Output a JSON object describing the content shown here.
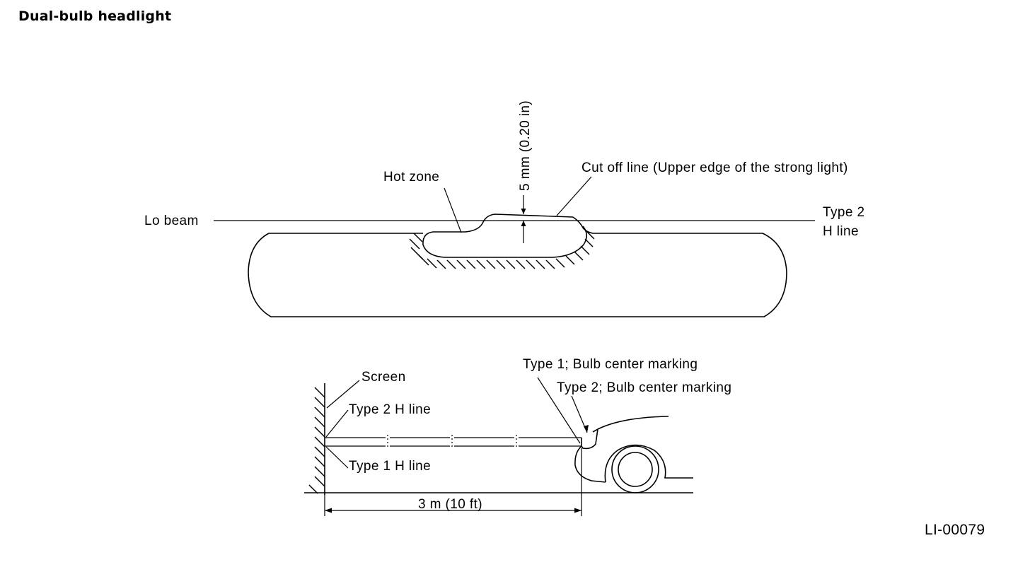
{
  "title": "Dual-bulb headlight",
  "figure_id": "LI-00079",
  "beam_pattern": {
    "lo_beam_label": "Lo beam",
    "hot_zone_label": "Hot zone",
    "offset_label": "5 mm (0.20 in)",
    "cutoff_label": "Cut off line (Upper edge of the strong light)",
    "h_line_label_1": "Type 2",
    "h_line_label_2": "H line"
  },
  "side_view": {
    "screen_label": "Screen",
    "type2_h_line_label": "Type 2 H line",
    "type1_h_line_label": "Type 1 H line",
    "type1_marking_label": "Type 1; Bulb center marking",
    "type2_marking_label": "Type 2; Bulb center marking",
    "distance_label": "3 m (10 ft)"
  }
}
